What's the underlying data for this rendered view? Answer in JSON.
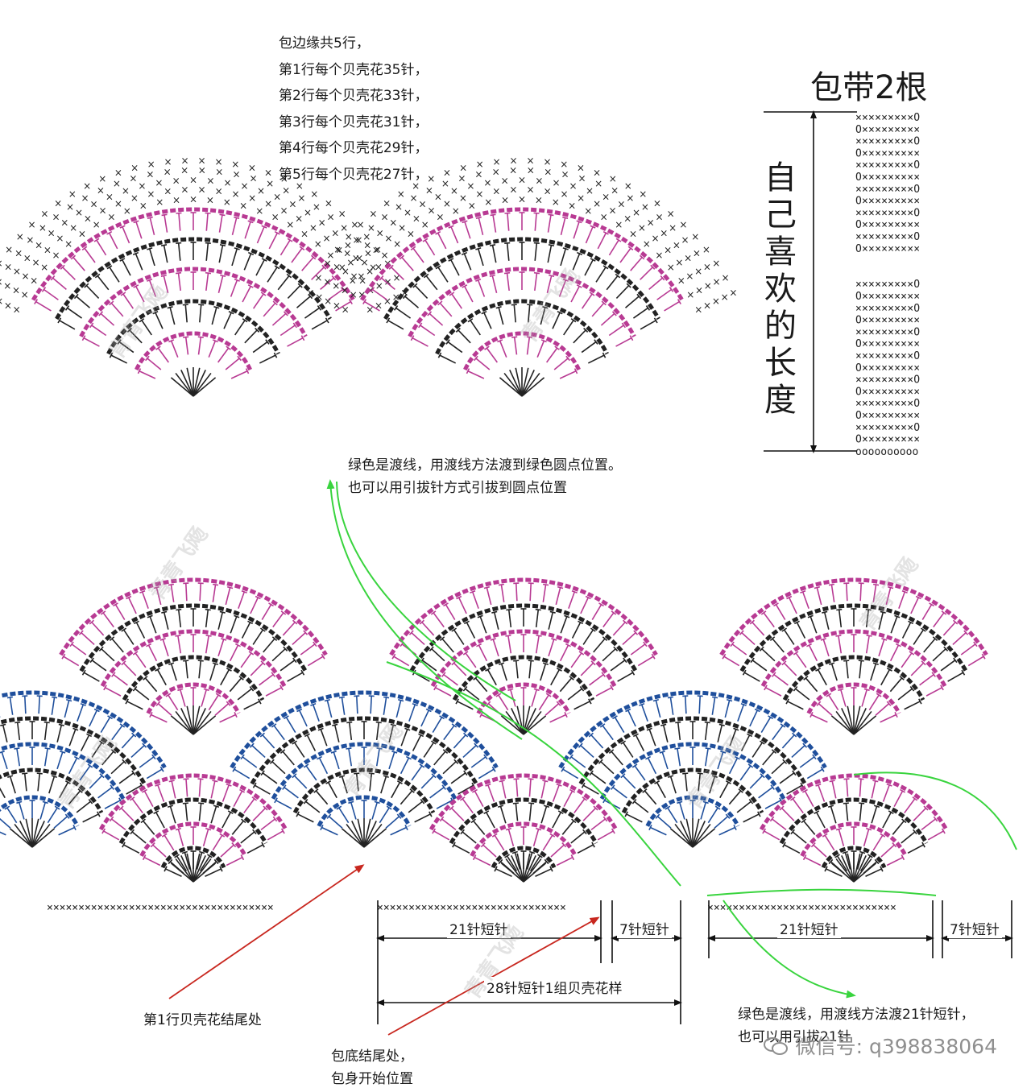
{
  "colors": {
    "pink": "#b83a93",
    "black": "#222222",
    "blue": "#1f4f9c",
    "green": "#39d43e",
    "red": "#c8271f",
    "gray": "#9a9a9a"
  },
  "edge_notes": {
    "line1": "包边缘共5行，",
    "line2": "第1行每个贝壳花35针，",
    "line3": "第2行每个贝壳花33针，",
    "line4": "第3行每个贝壳花31针，",
    "line5": "第4行每个贝壳花29针，",
    "line6": "第5行每个贝壳花27针，"
  },
  "strap": {
    "title": "包带2根",
    "length_label": "自己喜欢的长度"
  },
  "green_note_top": {
    "line1": "绿色是渡线，用渡线方法渡到绿色圆点位置。",
    "line2": "也可以用引拔针方式引拔到圆点位置"
  },
  "dimensions": {
    "sc21_left": "21针短针",
    "sc7_left": "7针短针",
    "group28": "28针短针1组贝壳花样",
    "sc21_right": "21针短针",
    "sc7_right": "7针短针"
  },
  "callouts": {
    "row1_end": "第1行贝壳花结尾处",
    "base_end_line1": "包底结尾处，",
    "base_end_line2": "包身开始位置"
  },
  "green_note_bottom": {
    "line1": "绿色是渡线，用渡线方法渡21针短针，",
    "line2": "也可以用引拔21针"
  },
  "watermark": {
    "text": "青青飞飏",
    "wechat": "微信号: q398838064"
  }
}
